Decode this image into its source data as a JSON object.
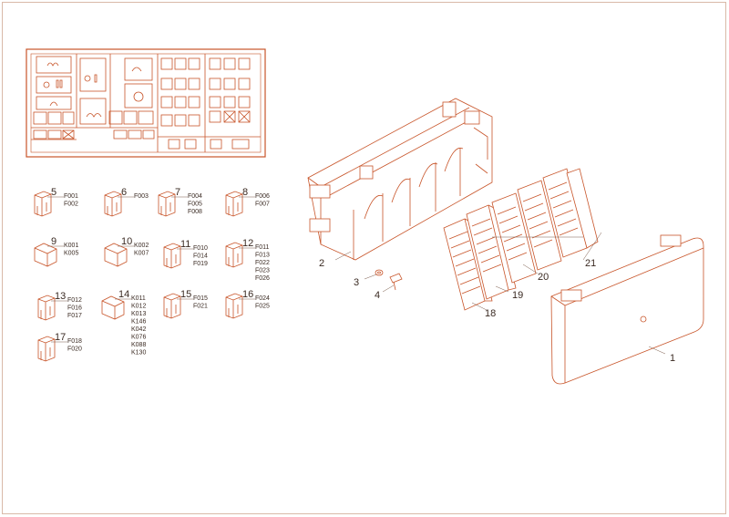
{
  "colors": {
    "line": "#c8552a",
    "text": "#3a2a22",
    "bg": "#ffffff"
  },
  "legend": {
    "icons": [
      "horn-icon",
      "fan-icon",
      "light-icon",
      "lock-icon",
      "heater-icon",
      "wiper-icon",
      "fuel-icon",
      "battery-icon"
    ]
  },
  "fuse_groups": [
    {
      "num": "5",
      "codes": [
        "F001",
        "F002"
      ]
    },
    {
      "num": "6",
      "codes": [
        "F003"
      ]
    },
    {
      "num": "7",
      "codes": [
        "F004",
        "F005",
        "F008"
      ]
    },
    {
      "num": "8",
      "codes": [
        "F006",
        "F007"
      ]
    },
    {
      "num": "9",
      "codes": [
        "K001",
        "K005"
      ]
    },
    {
      "num": "10",
      "codes": [
        "K002",
        "K007"
      ]
    },
    {
      "num": "11",
      "codes": [
        "F010",
        "F014",
        "F019"
      ]
    },
    {
      "num": "12",
      "codes": [
        "F011",
        "F013",
        "F022",
        "F023",
        "F026"
      ]
    },
    {
      "num": "13",
      "codes": [
        "F012",
        "F016",
        "F017"
      ]
    },
    {
      "num": "14",
      "codes": [
        "K011",
        "K012",
        "K013",
        "K146",
        "K042",
        "K076",
        "K088",
        "K130"
      ]
    },
    {
      "num": "15",
      "codes": [
        "F015",
        "F021"
      ]
    },
    {
      "num": "16",
      "codes": [
        "F024",
        "F025"
      ]
    },
    {
      "num": "17",
      "codes": [
        "F018",
        "F020"
      ]
    }
  ],
  "callouts": [
    "1",
    "2",
    "3",
    "4",
    "18",
    "19",
    "20",
    "21"
  ]
}
